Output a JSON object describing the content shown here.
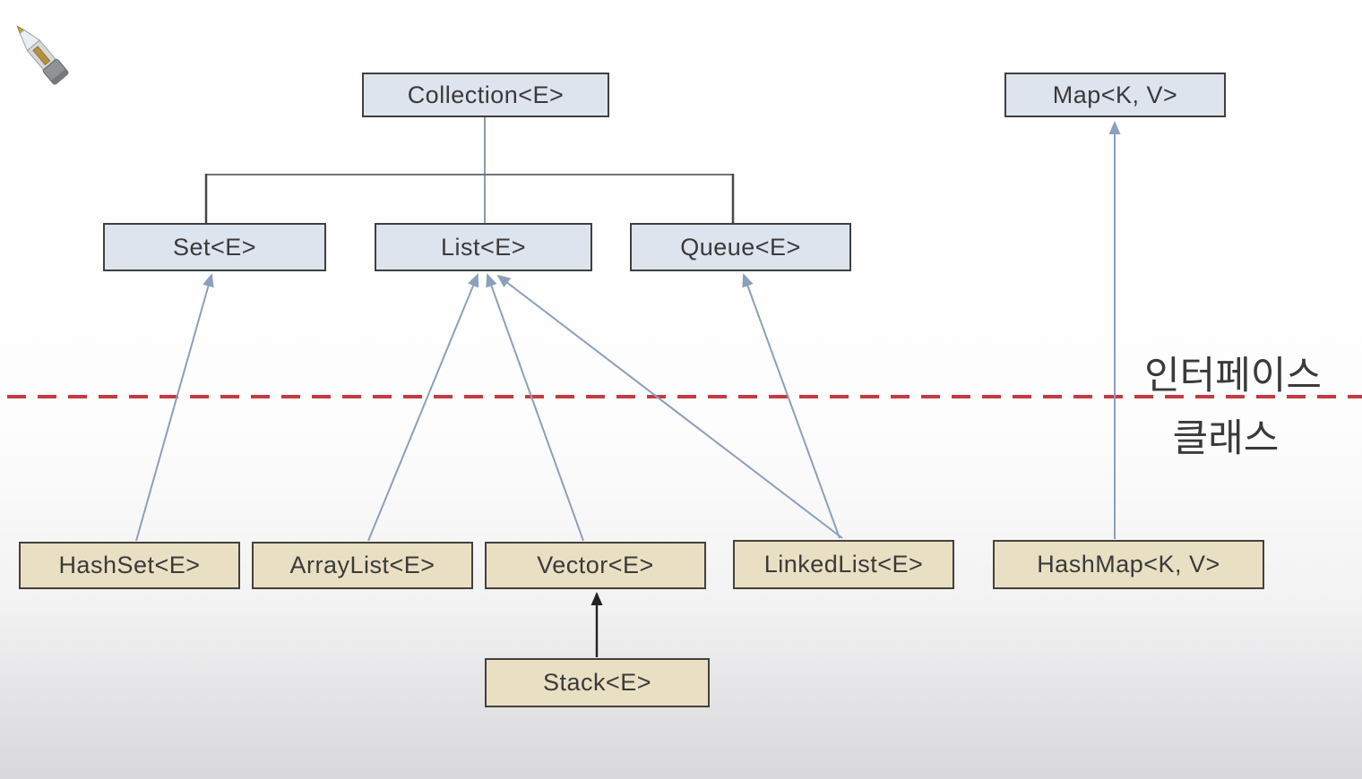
{
  "diagram": {
    "annotations": {
      "interface_side": "인터페이스",
      "class_side": "클래스"
    },
    "nodes": {
      "collection": {
        "label": "Collection<E>",
        "kind": "interface"
      },
      "map": {
        "label": "Map<K, V>",
        "kind": "interface"
      },
      "set": {
        "label": "Set<E>",
        "kind": "interface"
      },
      "list": {
        "label": "List<E>",
        "kind": "interface"
      },
      "queue": {
        "label": "Queue<E>",
        "kind": "interface"
      },
      "hashset": {
        "label": "HashSet<E>",
        "kind": "class"
      },
      "arraylist": {
        "label": "ArrayList<E>",
        "kind": "class"
      },
      "vector": {
        "label": "Vector<E>",
        "kind": "class"
      },
      "linkedlist": {
        "label": "LinkedList<E>",
        "kind": "class"
      },
      "hashmap": {
        "label": "HashMap<K, V>",
        "kind": "class"
      },
      "stack": {
        "label": "Stack<E>",
        "kind": "class"
      }
    },
    "edges": [
      {
        "from": "Set<E>",
        "to": "Collection<E>",
        "type": "child"
      },
      {
        "from": "List<E>",
        "to": "Collection<E>",
        "type": "child"
      },
      {
        "from": "Queue<E>",
        "to": "Collection<E>",
        "type": "child"
      },
      {
        "from": "HashSet<E>",
        "to": "Set<E>",
        "type": "arrow"
      },
      {
        "from": "ArrayList<E>",
        "to": "List<E>",
        "type": "arrow"
      },
      {
        "from": "Vector<E>",
        "to": "List<E>",
        "type": "arrow"
      },
      {
        "from": "LinkedList<E>",
        "to": "List<E>",
        "type": "arrow"
      },
      {
        "from": "LinkedList<E>",
        "to": "Queue<E>",
        "type": "arrow"
      },
      {
        "from": "HashMap<K, V>",
        "to": "Map<K, V>",
        "type": "arrow"
      },
      {
        "from": "Stack<E>",
        "to": "Vector<E>",
        "type": "arrow"
      }
    ],
    "colors": {
      "interface_fill": "#dde4ee",
      "class_fill": "#e9e0c4",
      "box_border": "#3f3f3f",
      "arrow": "#8ba0ba",
      "tree_line": "#6f747c",
      "divider_red": "#c43b40",
      "stack_arrow": "#222222"
    }
  }
}
